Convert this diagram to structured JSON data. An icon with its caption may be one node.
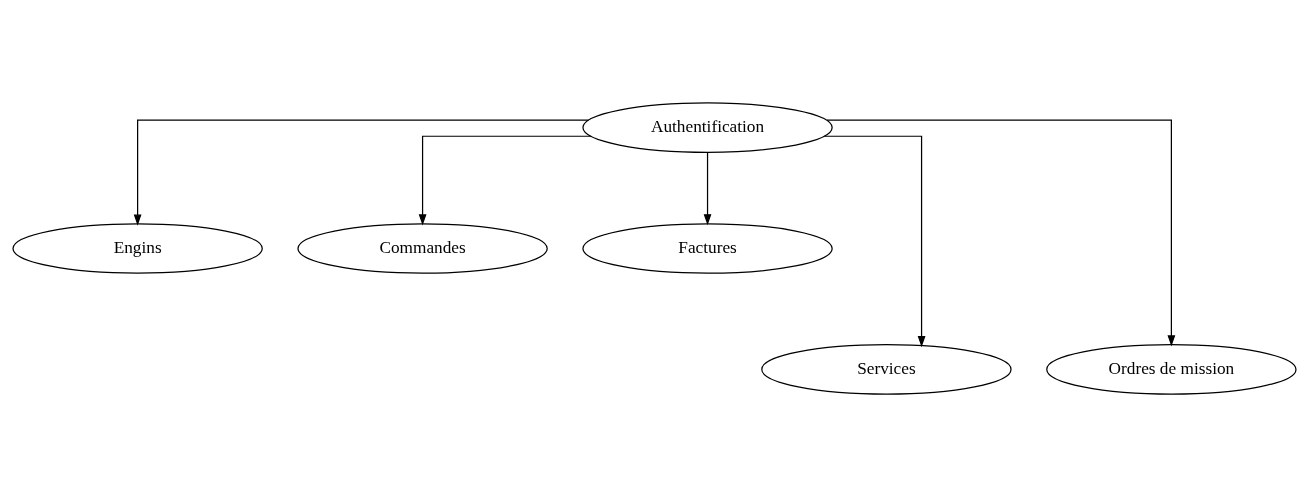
{
  "diagram": {
    "nodes": [
      {
        "text": [
          "Authentification"
        ]
      },
      {
        "text": [
          "Engins"
        ]
      },
      {
        "text": [
          "Commandes"
        ]
      },
      {
        "text": [
          "Factures"
        ]
      },
      {
        "text": [
          "Services"
        ]
      },
      {
        "text": [
          "Ordres de mission"
        ]
      }
    ],
    "edges": [
      {
        "from": 0,
        "to": 1,
        "arrow": "to"
      },
      {
        "from": 0,
        "to": 4,
        "arrow": "to"
      },
      {
        "from": 0,
        "to": 2,
        "arrow": "to"
      },
      {
        "from": 0,
        "to": 5,
        "arrow": "to"
      },
      {
        "from": 0,
        "to": 3,
        "arrow": "to"
      }
    ]
  }
}
